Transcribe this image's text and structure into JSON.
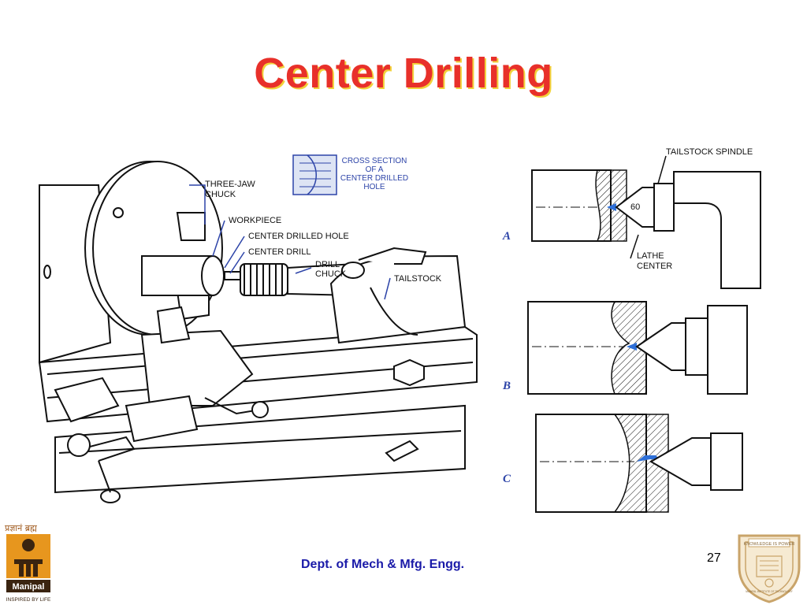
{
  "slide": {
    "title": "Center Drilling",
    "footer": "Dept. of Mech & Mfg. Engg.",
    "page_number": "27"
  },
  "lathe_figure": {
    "labels": {
      "three_jaw_chuck": [
        "THREE-JAW",
        "CHUCK"
      ],
      "workpiece": "WORKPIECE",
      "center_drilled_hole": "CENTER DRILLED HOLE",
      "center_drill": "CENTER DRILL",
      "drill_chuck": [
        "DRILL",
        "CHUCK"
      ],
      "tailstock": "TAILSTOCK",
      "cross_section": [
        "CROSS SECTION",
        "OF A",
        "CENTER DRILLED",
        "HOLE"
      ]
    }
  },
  "detail_figure": {
    "tailstock_spindle": "TAILSTOCK SPINDLE",
    "angle": "60",
    "lathe_center": [
      "LATHE",
      "CENTER"
    ],
    "rows": [
      "A",
      "B",
      "C"
    ]
  },
  "logos": {
    "left_top_text": "प्रज्ञानं ब्रह्म",
    "left_name": "Manipal",
    "left_tagline": "INSPIRED BY LIFE",
    "right_motto": "KNOWLEDGE IS POWER",
    "right_ring": "MANIPAL INSTITUTE OF TECHNOLOGY"
  },
  "colors": {
    "title": "#e8302a",
    "title_shadow": "#f2d23a",
    "footer": "#1a1aa8",
    "accent_blue": "#2d44a8",
    "logo_orange": "#e7961e",
    "logo_brown": "#a05a1e"
  }
}
